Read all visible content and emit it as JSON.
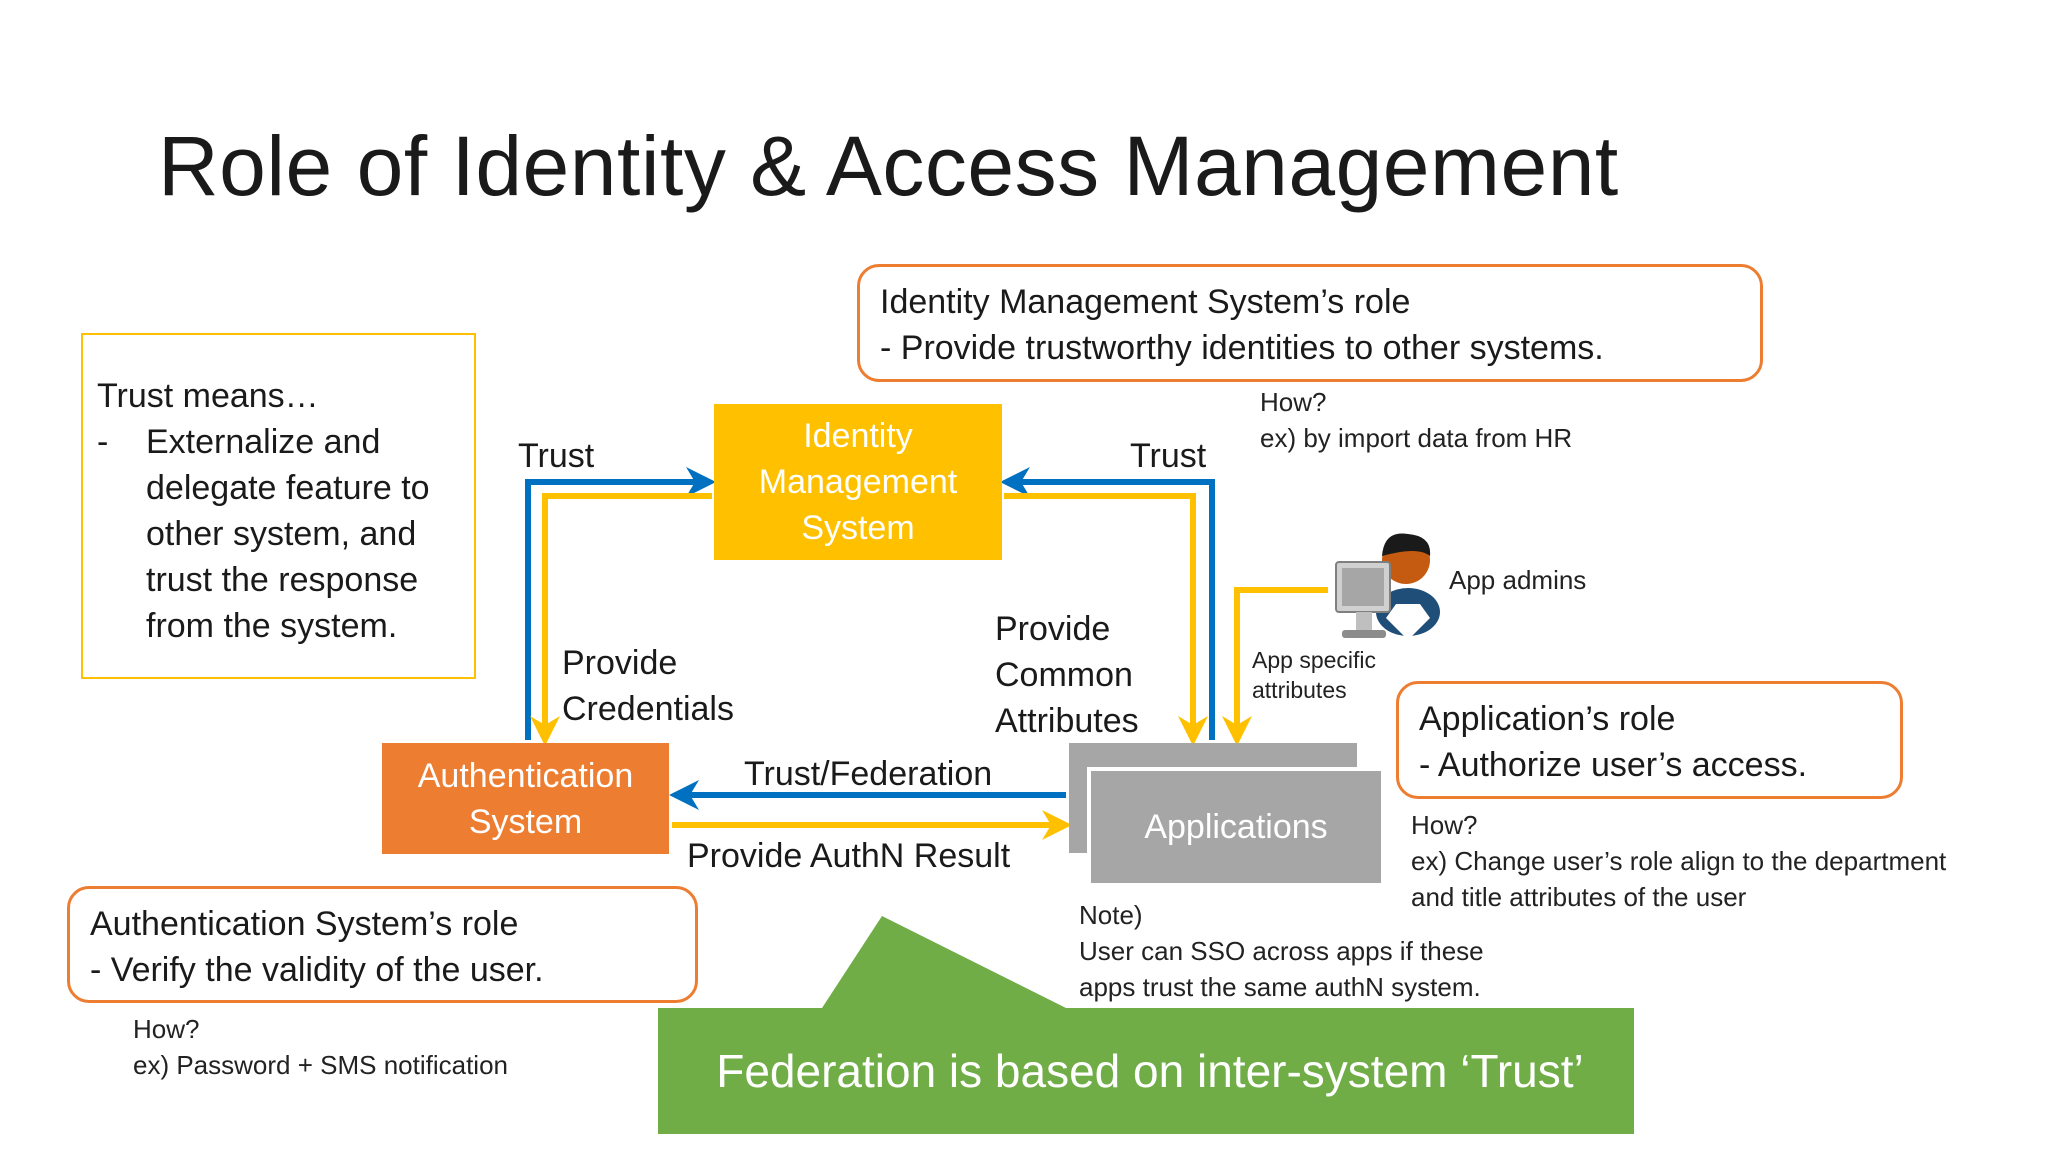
{
  "title": "Role of Identity & Access Management",
  "trust_box": {
    "heading": "Trust means…",
    "bullet_marker": "-",
    "bullet_lines": [
      "Externalize and",
      "delegate feature to",
      "other system, and",
      "trust the response",
      "from the system."
    ]
  },
  "idm_role": {
    "line1": "Identity Management System’s role",
    "line2": "- Provide trustworthy identities to other systems."
  },
  "idm_how": {
    "line1": "How?",
    "line2": "ex) by import data from HR"
  },
  "systems": {
    "idm": [
      "Identity",
      "Management",
      "System"
    ],
    "authn": [
      "Authentication",
      "System"
    ],
    "apps": "Applications"
  },
  "arrow_labels": {
    "trust_left": "Trust",
    "trust_right": "Trust",
    "provide_credentials": [
      "Provide",
      "Credentials"
    ],
    "provide_common_attributes": [
      "Provide",
      "Common",
      "Attributes"
    ],
    "trust_federation": "Trust/Federation",
    "provide_authn_result": "Provide AuthN Result",
    "app_specific_attributes": [
      "App specific",
      "attributes"
    ]
  },
  "app_admins": {
    "label": "App admins",
    "icon": "admin-user-computer-icon"
  },
  "app_role": {
    "line1": "Application’s role",
    "line2": "- Authorize user’s access."
  },
  "app_how": {
    "line1": "How?",
    "line2": "ex) Change user’s role align to the  department",
    "line3": "and title attributes of the user"
  },
  "note": {
    "line1": "Note)",
    "line2": "User can SSO across apps if these",
    "line3": "apps trust the same authN system."
  },
  "authn_role": {
    "line1": "Authentication System’s role",
    "line2": "- Verify the validity of the user."
  },
  "authn_how": {
    "line1": "How?",
    "line2": "ex) Password + SMS notification"
  },
  "banner": {
    "text": "Federation is based on inter-system ‘Trust’"
  },
  "colors": {
    "blue_arrow": "#0070C0",
    "yellow_arrow": "#FFC000",
    "idm_box": "#FFC000",
    "authn_box": "#ED7D31",
    "apps_box": "#A6A6A6",
    "callout_border": "#ED7D31",
    "banner": "#70AD47"
  }
}
